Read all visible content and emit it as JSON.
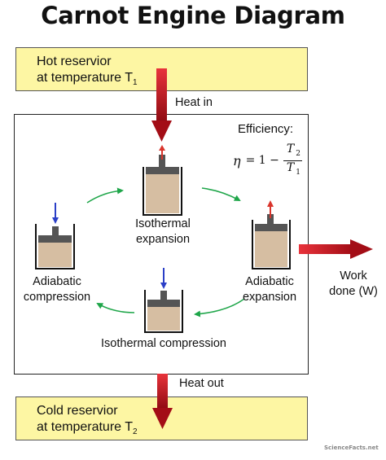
{
  "title": "Carnot Engine Diagram",
  "hot_reservoir": {
    "line1": "Hot reservior",
    "line2": "at temperature T",
    "subscript": "1"
  },
  "cold_reservoir": {
    "line1": "Cold reservior",
    "line2": "at temperature T",
    "subscript": "2"
  },
  "heat_in": "Heat in",
  "heat_out": "Heat out",
  "work": {
    "line1": "Work",
    "line2": "done (W)"
  },
  "efficiency": {
    "label": "Efficiency:",
    "symbol": "η",
    "prefix": "= 1 −",
    "numerator": "T",
    "numerator_sub": "2",
    "denominator": "T",
    "denominator_sub": "1"
  },
  "stages": {
    "isothermal_expansion": {
      "line1": "Isothermal",
      "line2": "expansion"
    },
    "adiabatic_expansion": {
      "line1": "Adiabatic",
      "line2": "expansion"
    },
    "isothermal_compression": {
      "line1": "Isothermal compression"
    },
    "adiabatic_compression": {
      "line1": "Adiabatic",
      "line2": "compression"
    }
  },
  "colors": {
    "reservoir_fill": "#fdf6a3",
    "heat_arrow": "#b8121b",
    "cycle_arrow": "#1fa64a",
    "piston_up_arrow": "#d9342b",
    "piston_down_arrow": "#2b3fc7",
    "gas_fill": "#d6bea2",
    "piston_head": "#555555"
  },
  "logo_text": "ScienceFacts.net"
}
